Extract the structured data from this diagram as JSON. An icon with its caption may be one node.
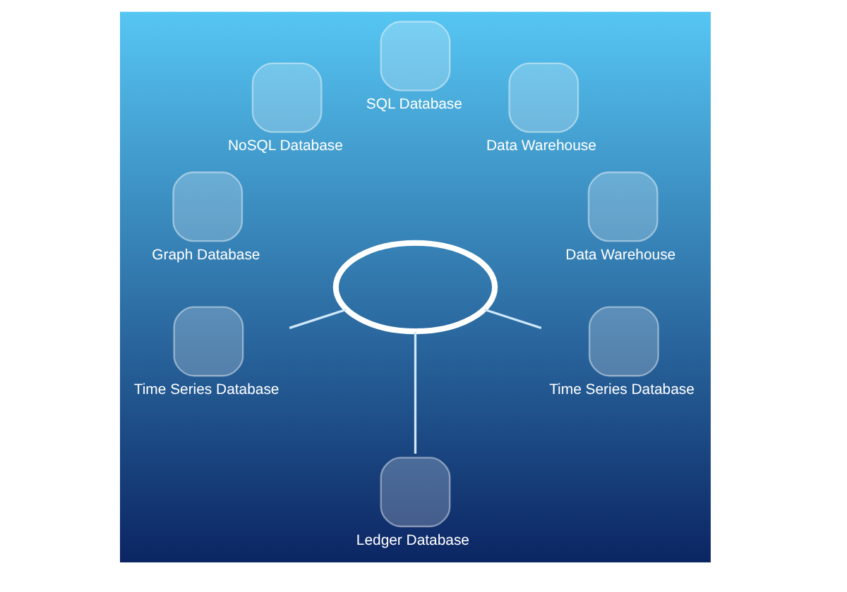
{
  "diagram": {
    "nodes": [
      {
        "text": [
          "SQL Database"
        ]
      },
      {
        "text": [
          "NoSQL Database"
        ]
      },
      {
        "text": [
          "Data Warehouse"
        ]
      },
      {
        "text": [
          "Graph Database"
        ]
      },
      {
        "text": [],
        "shape": "cloud"
      },
      {
        "text": [
          "Data Warehouse"
        ]
      },
      {
        "text": [
          "Time Series Database"
        ]
      },
      {
        "text": [
          "Time Series Database"
        ]
      },
      {
        "text": [
          "Ledger Database"
        ]
      }
    ],
    "edges": [
      {
        "from": 4,
        "to": 6,
        "arrow": "none"
      },
      {
        "from": 4,
        "to": 8,
        "arrow": "none"
      },
      {
        "from": 4,
        "to": 7,
        "arrow": "none"
      }
    ]
  }
}
